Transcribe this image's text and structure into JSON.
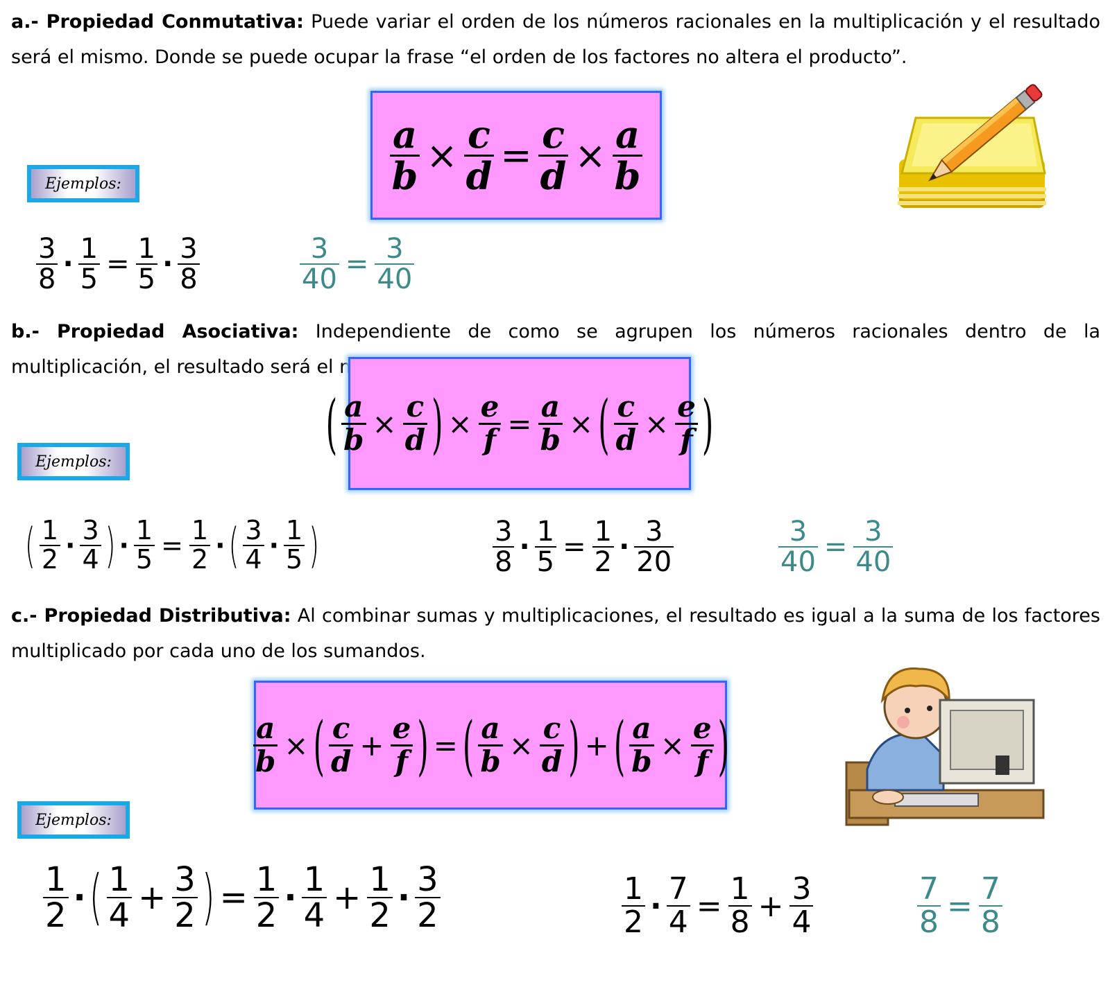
{
  "sections": {
    "a": {
      "label": "a.- Propiedad Conmutativa:",
      "text": " Puede variar el orden de los números racionales en la multiplicación y el resultado será el mismo. Donde se puede ocupar la frase “el orden de los factores no altera el producto”."
    },
    "b": {
      "label": "b.- Propiedad Asociativa:",
      "text": " Independiente de como se agrupen los números racionales dentro de la multiplicación, el resultado será el mismo."
    },
    "c": {
      "label": "c.- Propiedad Distributiva:",
      "text": " Al combinar sumas y multiplicaciones, el resultado es igual a la suma de los factores multiplicado por cada uno de los sumandos."
    }
  },
  "ejemplos_label": "Ejemplos:",
  "symbols": {
    "times": "×",
    "cdot": "·",
    "equals": "=",
    "plus": "+",
    "lparen": "(",
    "rparen": ")"
  },
  "formulas": {
    "conmutativa": {
      "a": "a",
      "b": "b",
      "c": "c",
      "d": "d"
    },
    "asociativa": {
      "a": "a",
      "b": "b",
      "c": "c",
      "d": "d",
      "e": "e",
      "f": "f"
    },
    "distributiva": {
      "a": "a",
      "b": "b",
      "c": "c",
      "d": "d",
      "e": "e",
      "f": "f"
    }
  },
  "examples": {
    "a1": {
      "n1": "3",
      "d1": "8",
      "n2": "1",
      "d2": "5",
      "n3": "1",
      "d3": "5",
      "n4": "3",
      "d4": "8"
    },
    "a2": {
      "n1": "3",
      "d1": "40",
      "n2": "3",
      "d2": "40"
    },
    "b1": {
      "n1": "1",
      "d1": "2",
      "n2": "3",
      "d2": "4",
      "n3": "1",
      "d3": "5",
      "n4": "1",
      "d4": "2",
      "n5": "3",
      "d5": "4",
      "n6": "1",
      "d6": "5"
    },
    "b2": {
      "n1": "3",
      "d1": "8",
      "n2": "1",
      "d2": "5",
      "n3": "1",
      "d3": "2",
      "n4": "3",
      "d4": "20"
    },
    "b3": {
      "n1": "3",
      "d1": "40",
      "n2": "3",
      "d2": "40"
    },
    "c1": {
      "n1": "1",
      "d1": "2",
      "n2": "1",
      "d2": "4",
      "n3": "3",
      "d3": "2",
      "n4": "1",
      "d4": "2",
      "n5": "1",
      "d5": "4",
      "n6": "1",
      "d6": "2",
      "n7": "3",
      "d7": "2"
    },
    "c2": {
      "n1": "1",
      "d1": "2",
      "n2": "7",
      "d2": "4",
      "n3": "1",
      "d3": "8",
      "n4": "3",
      "d4": "4"
    },
    "c3": {
      "n1": "7",
      "d1": "8",
      "n2": "7",
      "d2": "8"
    }
  },
  "colors": {
    "box_fill": "#ff99ff",
    "box_border": "#3366ff",
    "ejemplos_border": "#1aa9e6",
    "result_teal": "#3d8a8a"
  },
  "illustrations": [
    "notepad-pencil-icon",
    "boy-at-computer-icon"
  ]
}
